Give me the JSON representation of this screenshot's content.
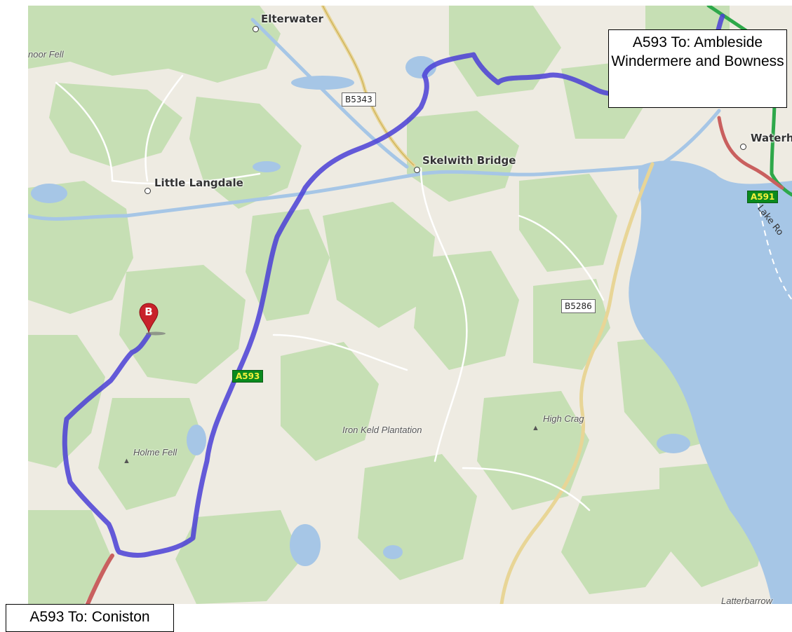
{
  "map": {
    "places": [
      {
        "id": "elterwater",
        "label": "Elterwater"
      },
      {
        "id": "little-langdale",
        "label": "Little Langdale"
      },
      {
        "id": "skelwith-bridge",
        "label": "Skelwith Bridge"
      },
      {
        "id": "waterhead",
        "label": "Waterh"
      }
    ],
    "features": {
      "moor_fell": "noor Fell",
      "holme_fell": "Holme Fell",
      "iron_keld": "Iron Keld Plantation",
      "high_crag": "High Crag",
      "latterbarrow": "Latterbarrow",
      "lake_road": "Lake Ro"
    },
    "roads": {
      "b5343": "B5343",
      "b5286": "B5286",
      "a593": "A593",
      "a591": "A591"
    },
    "marker": {
      "label": "B",
      "color": "#c8222a"
    },
    "route_color": "#4a3fd6"
  },
  "callouts": {
    "ambleside": "A593 To: Ambleside Windermere and Bowness",
    "coniston": "A593 To: Coniston"
  },
  "colors": {
    "land": "#eeebe2",
    "forest": "#c6dfb4",
    "water": "#a6c6e6",
    "b_road": "#e8d596",
    "a_road_green": "#2ea84a",
    "a_road_red": "#c9605f"
  }
}
